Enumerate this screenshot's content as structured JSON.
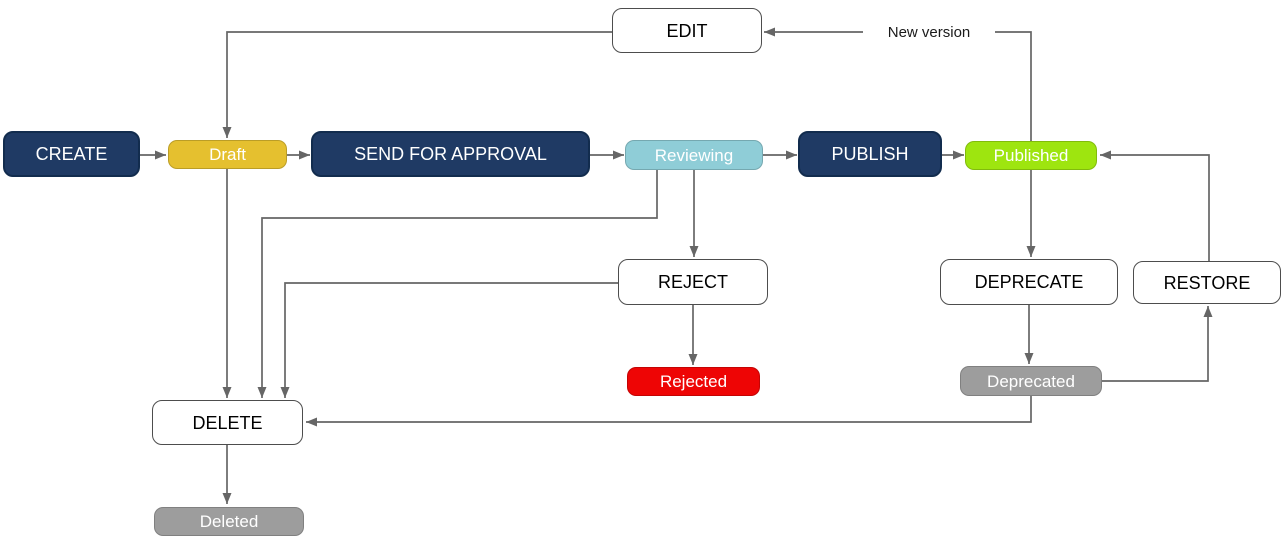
{
  "diagram": {
    "nodes": {
      "create": {
        "label": "CREATE",
        "kind": "action"
      },
      "draft": {
        "label": "Draft",
        "kind": "state"
      },
      "send_for_approval": {
        "label": "SEND FOR APPROVAL",
        "kind": "action"
      },
      "reviewing": {
        "label": "Reviewing",
        "kind": "state"
      },
      "publish": {
        "label": "PUBLISH",
        "kind": "action"
      },
      "published": {
        "label": "Published",
        "kind": "state"
      },
      "edit": {
        "label": "EDIT",
        "kind": "action"
      },
      "reject": {
        "label": "REJECT",
        "kind": "action"
      },
      "rejected": {
        "label": "Rejected",
        "kind": "state"
      },
      "deprecate": {
        "label": "DEPRECATE",
        "kind": "action"
      },
      "restore": {
        "label": "RESTORE",
        "kind": "action"
      },
      "deprecated": {
        "label": "Deprecated",
        "kind": "state"
      },
      "delete": {
        "label": "DELETE",
        "kind": "action"
      },
      "deleted": {
        "label": "Deleted",
        "kind": "state"
      }
    },
    "edge_labels": {
      "new_version": "New version"
    },
    "edges": [
      {
        "from": "create",
        "to": "draft"
      },
      {
        "from": "draft",
        "to": "send_for_approval"
      },
      {
        "from": "send_for_approval",
        "to": "reviewing"
      },
      {
        "from": "reviewing",
        "to": "publish"
      },
      {
        "from": "publish",
        "to": "published"
      },
      {
        "from": "published",
        "to": "edit",
        "label": "New version"
      },
      {
        "from": "edit",
        "to": "draft"
      },
      {
        "from": "draft",
        "to": "delete"
      },
      {
        "from": "reviewing",
        "to": "delete"
      },
      {
        "from": "reject",
        "to": "delete"
      },
      {
        "from": "reviewing",
        "to": "reject"
      },
      {
        "from": "reject",
        "to": "rejected"
      },
      {
        "from": "published",
        "to": "deprecate"
      },
      {
        "from": "deprecate",
        "to": "deprecated"
      },
      {
        "from": "deprecated",
        "to": "restore"
      },
      {
        "from": "restore",
        "to": "published"
      },
      {
        "from": "deprecated",
        "to": "delete"
      },
      {
        "from": "delete",
        "to": "deleted"
      }
    ],
    "colors": {
      "action_fill": "#1F3A64",
      "action_border": "#122C4E",
      "outline_border": "#4D4D4D",
      "state_draft": "#E5C02F",
      "state_reviewing": "#8FCDD7",
      "state_published": "#9EE50F",
      "state_rejected": "#EE0505",
      "state_neutral": "#9D9D9D",
      "edge": "#666666",
      "label_text": "#1A1A1A"
    }
  }
}
